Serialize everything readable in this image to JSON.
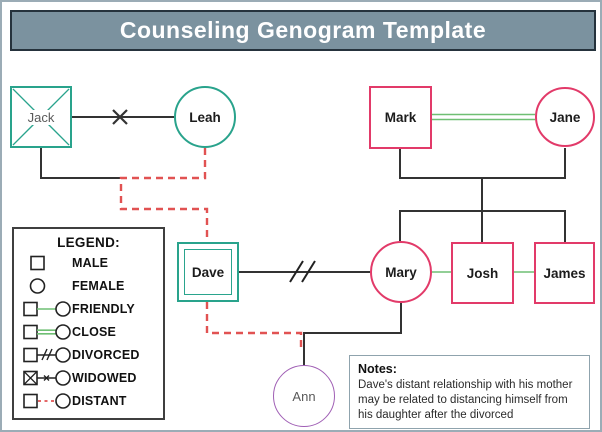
{
  "title": "Counseling Genogram Template",
  "colors": {
    "titlebar_bg": "#7b929f",
    "titlebar_border": "#25323c",
    "teal": "#29a38c",
    "pink": "#e23a69",
    "purple": "#a05fb5",
    "green": "#6fbf73",
    "distant_red": "#e15252",
    "line_black": "#333333",
    "page_border": "#9bacb6"
  },
  "people": {
    "jack": "Jack",
    "leah": "Leah",
    "mark": "Mark",
    "jane": "Jane",
    "dave": "Dave",
    "mary": "Mary",
    "josh": "Josh",
    "james": "James",
    "ann": "Ann"
  },
  "legend": {
    "title": "LEGEND:",
    "items": [
      {
        "id": "male",
        "label": "MALE"
      },
      {
        "id": "female",
        "label": "FEMALE"
      },
      {
        "id": "friendly",
        "label": "FRIENDLY"
      },
      {
        "id": "close",
        "label": "CLOSE"
      },
      {
        "id": "divorced",
        "label": "DIVORCED"
      },
      {
        "id": "widowed",
        "label": "WIDOWED"
      },
      {
        "id": "distant",
        "label": "DISTANT"
      }
    ]
  },
  "notes": {
    "title": "Notes:",
    "body": "Dave's distant relationship with his mother may be related to distancing himself from his daughter after the divorced"
  }
}
